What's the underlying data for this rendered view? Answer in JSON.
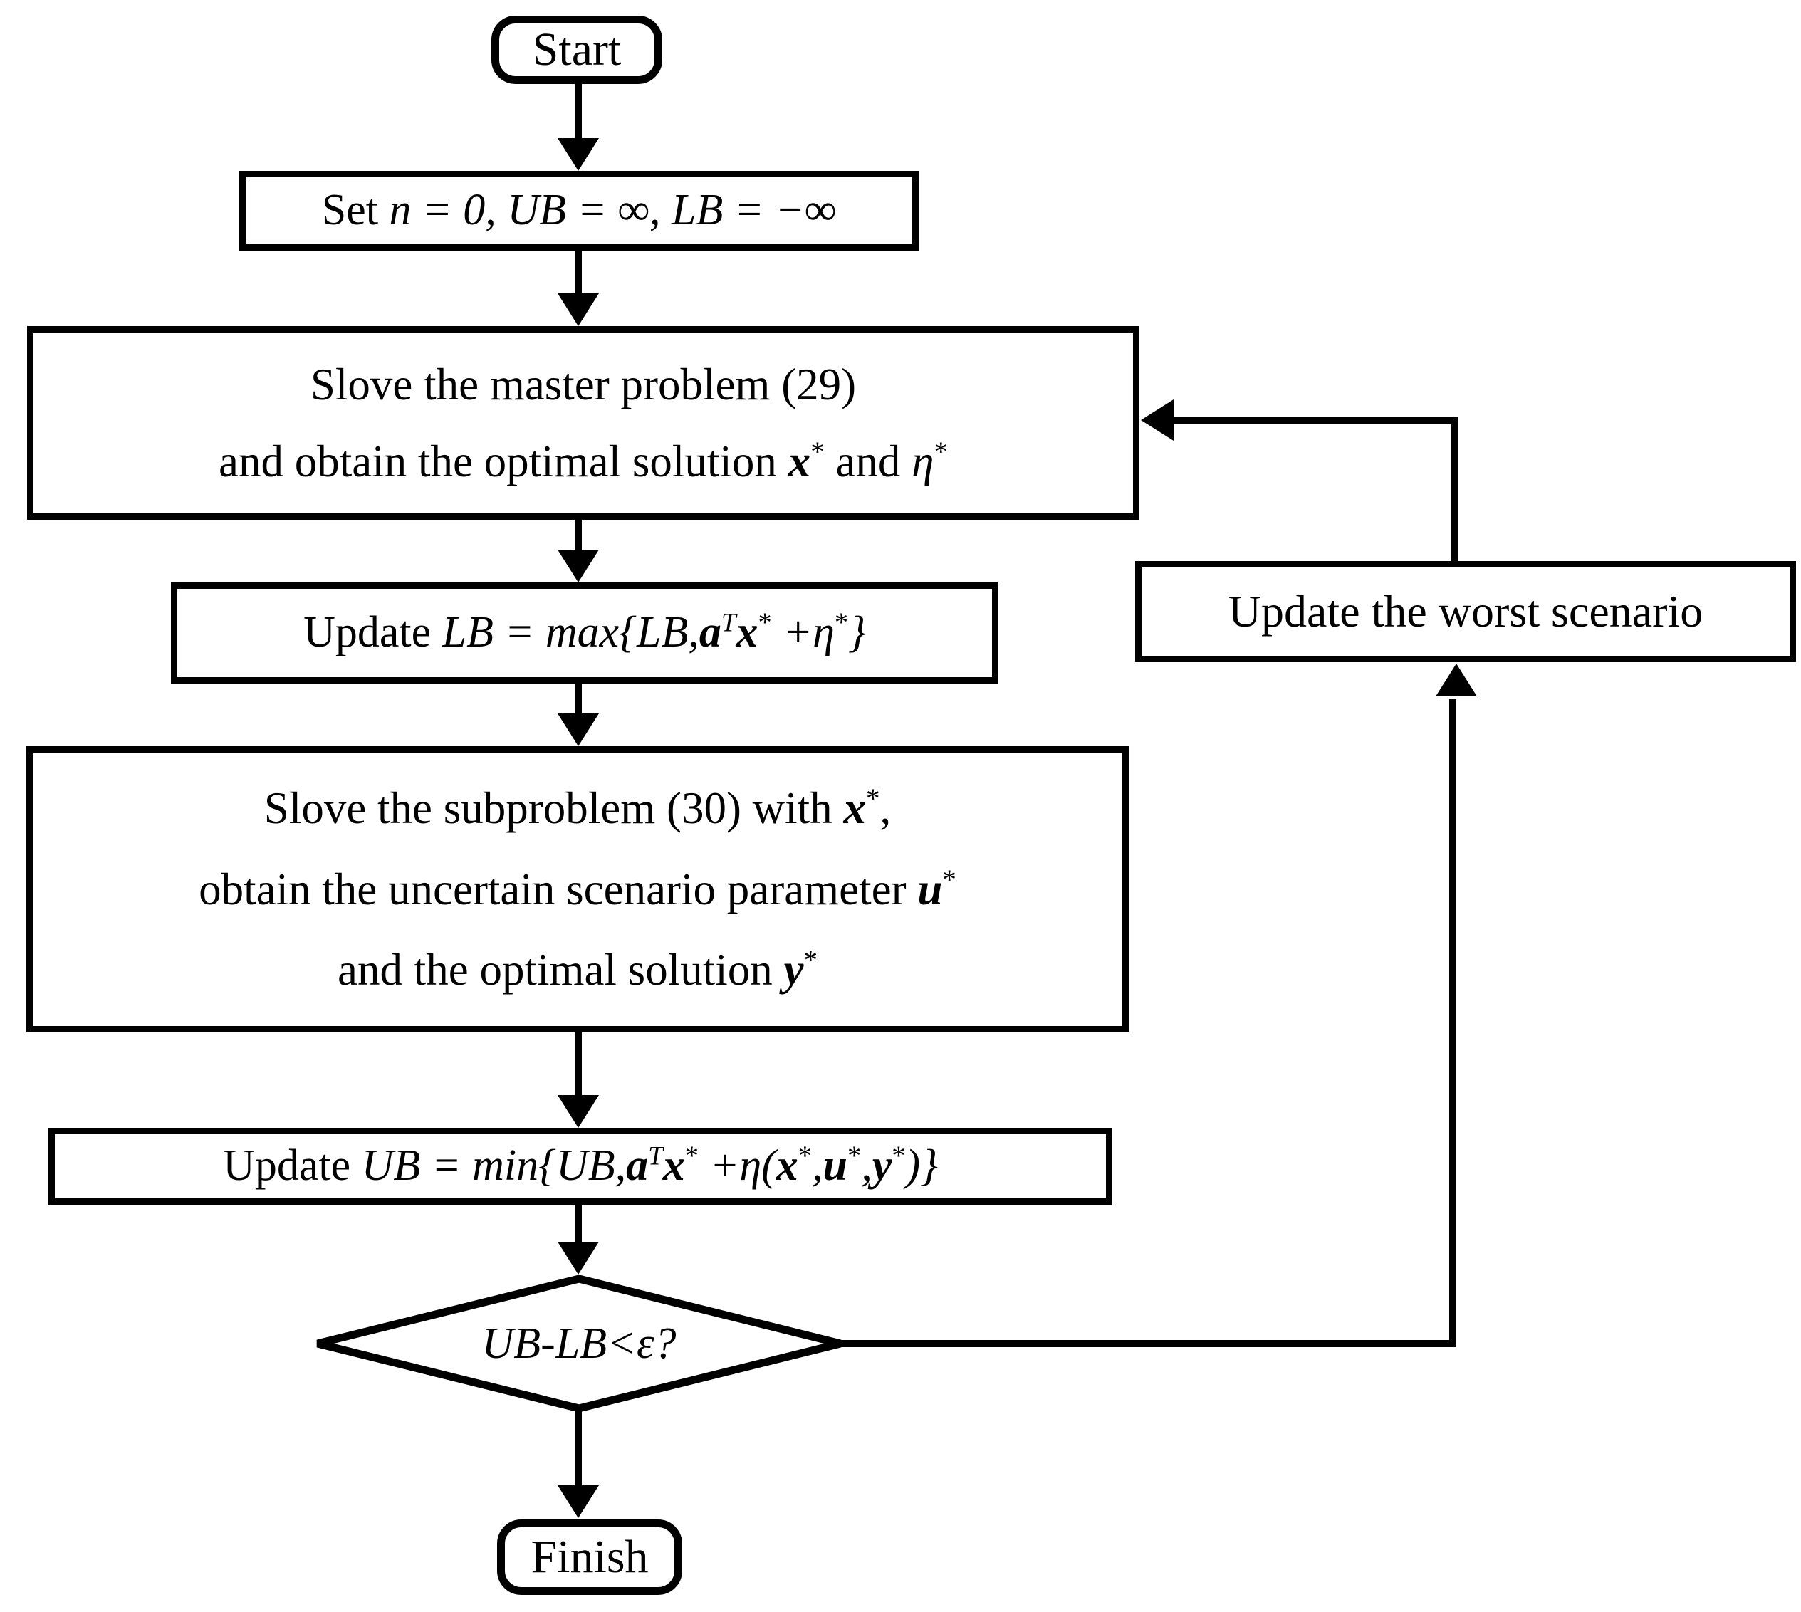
{
  "diagram": {
    "title": "Column-and-Constraint Generation algorithm flowchart",
    "type": "flowchart",
    "stroke_color": "#000000",
    "fill_color": "#ffffff"
  },
  "nodes": {
    "start": {
      "shape": "terminator",
      "label": "Start"
    },
    "init": {
      "shape": "process",
      "label": "Set n = 0, UB = ∞, LB = −∞",
      "parts": {
        "set": "Set",
        "n": "n",
        "eq0": "= 0,",
        "ub": "UB",
        "eq_inf": "= ∞,",
        "lb": "LB",
        "eq_neginf": "= −∞"
      }
    },
    "master": {
      "shape": "process",
      "line1": "Slove the master problem (29)",
      "line2_pre": "and obtain the optimal solution",
      "line2_x": "x",
      "line2_and": "and",
      "line2_eta": "η",
      "star": "*"
    },
    "update_lb": {
      "shape": "process",
      "label": "Update LB = max{LB, a",
      "parts": {
        "update": "Update",
        "lb": "LB",
        "eq": "=",
        "max": "max",
        "brace_open": "{",
        "lb2": "LB,",
        "a": "a",
        "T": "T",
        "x": "x",
        "plus": "+",
        "eta": "η",
        "brace_close": "}",
        "star": "*"
      }
    },
    "subproblem": {
      "shape": "process",
      "line1_pre": "Slove the subproblem (30) with",
      "line1_x": "x",
      "line1_comma": ",",
      "line2_pre": "obtain the uncertain scenario parameter",
      "line2_u": "u",
      "line3_pre": "and the optimal solution",
      "line3_y": "y",
      "star": "*"
    },
    "update_ub": {
      "shape": "process",
      "parts": {
        "update": "Update",
        "ub": "UB",
        "eq": "=",
        "min": "min",
        "brace_open": "{",
        "ub2": "UB,",
        "a": "a",
        "T": "T",
        "x": "x",
        "plus": "+",
        "eta": "η",
        "paren_open": "(",
        "x2": "x",
        "comma1": ",",
        "u": "u",
        "comma2": ",",
        "y": "y",
        "paren_close": ")",
        "brace_close": "}",
        "star": "*"
      }
    },
    "decision": {
      "shape": "diamond",
      "label": "UB-LB<ε?"
    },
    "worst_scenario": {
      "shape": "process",
      "label": "Update the worst scenario"
    },
    "finish": {
      "shape": "terminator",
      "label": "Finish"
    }
  },
  "edges": [
    {
      "from": "start",
      "to": "init",
      "style": "arrow-down"
    },
    {
      "from": "init",
      "to": "master",
      "style": "arrow-down"
    },
    {
      "from": "master",
      "to": "update_lb",
      "style": "arrow-down"
    },
    {
      "from": "update_lb",
      "to": "subproblem",
      "style": "arrow-down"
    },
    {
      "from": "subproblem",
      "to": "update_ub",
      "style": "arrow-down"
    },
    {
      "from": "update_ub",
      "to": "decision",
      "style": "arrow-down"
    },
    {
      "from": "decision",
      "to": "finish",
      "style": "arrow-down"
    },
    {
      "from": "decision",
      "to": "worst_scenario",
      "style": "elbow-right-up"
    },
    {
      "from": "worst_scenario",
      "to": "master",
      "style": "elbow-up-left"
    }
  ]
}
